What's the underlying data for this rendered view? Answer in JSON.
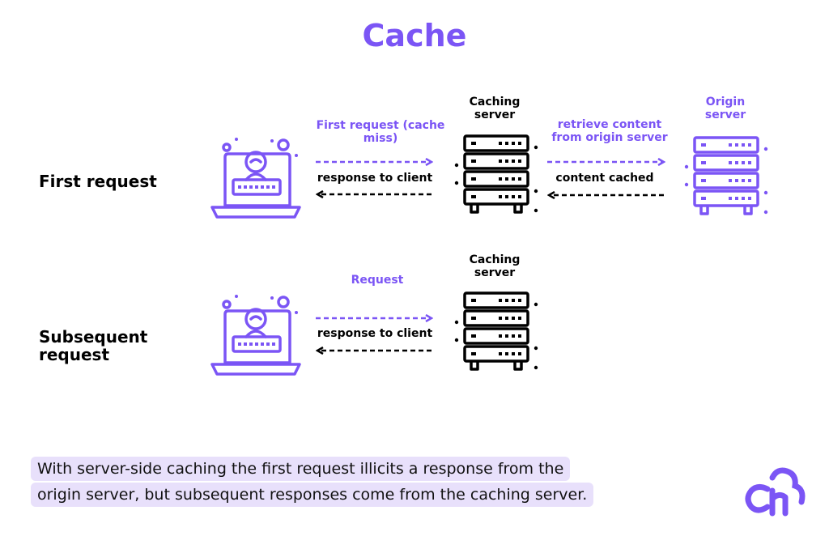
{
  "title": "Cache",
  "first_row": {
    "label": "First request",
    "client_to_cache": "First request (cache miss)",
    "cache_to_client": "response to client",
    "caching_server": "Caching server",
    "origin_server": "Origin server",
    "cache_to_origin": "retrieve content from origin server",
    "origin_to_cache": "content cached"
  },
  "second_row": {
    "label": "Subsequent request",
    "client_to_cache": "Request",
    "cache_to_client": "response to client",
    "caching_server": "Caching server"
  },
  "caption": {
    "line1": "With server-side caching the first request illicits a response from the",
    "line2": "origin server, but subsequent responses come from the caching server."
  },
  "colors": {
    "accent": "#7b55f5",
    "caption_bg": "#e8e0fb",
    "dark": "#000000"
  },
  "icons": [
    "laptop-user-icon",
    "server-rack-icon",
    "brand-logo-icon"
  ]
}
